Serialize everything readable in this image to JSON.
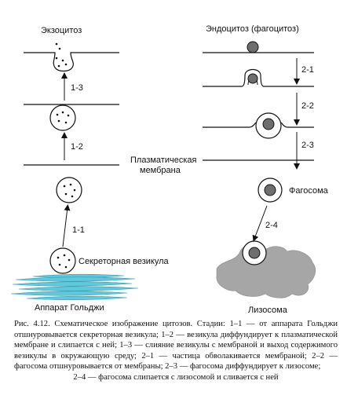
{
  "titles": {
    "exocytosis": "Экзоцитоз",
    "endocytosis": "Эндоцитоз (фагоцитоз)"
  },
  "labels": {
    "plasma_membrane_line1": "Плазматическая",
    "plasma_membrane_line2": "мембрана",
    "secretory_vesicle": "Секреторная везикула",
    "golgi": "Аппарат Гольджи",
    "phagosome": "Фагосома",
    "lysosome": "Лизосома"
  },
  "stages": {
    "exo_1_1": "1-1",
    "exo_1_2": "1-2",
    "exo_1_3": "1-3",
    "endo_2_1": "2-1",
    "endo_2_2": "2-2",
    "endo_2_3": "2-3",
    "endo_2_4": "2-4"
  },
  "colors": {
    "golgi_fill": "#5ec8dc",
    "lysosome_fill": "#a6a6a6",
    "particle_fill": "#6e6e6e",
    "line": "#111111"
  },
  "caption": {
    "text": "Рис. 4.12. Схематическое изображение цитозов. Стадии: 1–1 — от аппарата Гольджи отшнуровывается секреторная везикула; 1–2 — везикула диффундирует к плазматической мембране и слипается с ней; 1–3 — слияние везикулы с мембраной и выход содержимого везикулы в окружающую среду; 2–1 — частица обволакивается мембраной; 2–2 — фагосома отшнуровывается от мембраны; 2–3 — фагосома диффундирует к лизосоме;",
    "last_line": "2–4 — фагосома слипается с лизосомой и сливается с ней"
  }
}
